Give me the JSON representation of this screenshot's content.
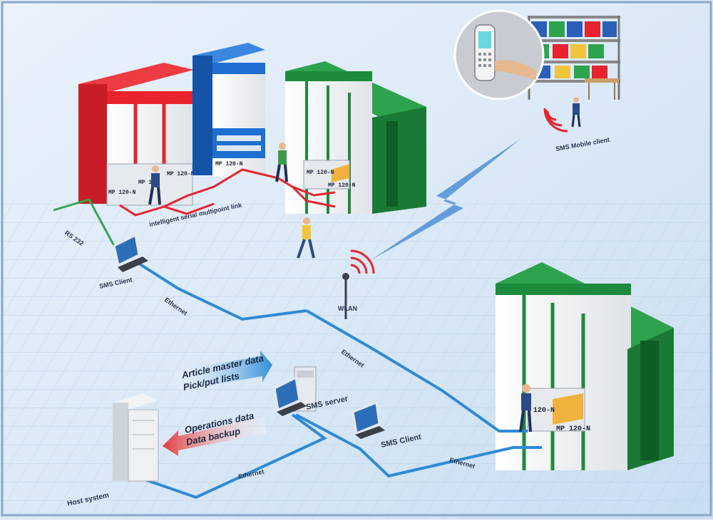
{
  "labels": {
    "host_system": "Host system",
    "sms_server": "SMS server",
    "sms_client_left": "SMS Client",
    "sms_client_right": "SMS Client",
    "sms_mobile_client": "SMS Mobile client",
    "wlan": "WLAN",
    "rs232": "RS 232",
    "serial_link": "intelligent serial multipoint link",
    "ethernet_1": "Ethernet",
    "ethernet_2": "Ethernet",
    "ethernet_3": "Ethernet",
    "ethernet_4": "Ethernet"
  },
  "arrows": {
    "to_server": [
      "Article master data",
      "Pick/put lists"
    ],
    "to_host": [
      "Operations data",
      "Data backup"
    ]
  },
  "unit_labels": {
    "red_1": "MP 120-N",
    "red_2": "MP 1",
    "red_3": "MP 120-N",
    "blue": "MP 120-N",
    "green_top_1": "MP 120-N",
    "green_top_2": "MP 120-N",
    "green_bottom_1": "120-N",
    "green_bottom_2": "MP 120-N"
  },
  "colors": {
    "red": "#e8232e",
    "blue": "#1e6fd0",
    "green": "#1e8a3c",
    "ethernet": "#2e8ad6",
    "arrow_blue": "#2f8fd8",
    "arrow_red": "#e23a3a"
  }
}
